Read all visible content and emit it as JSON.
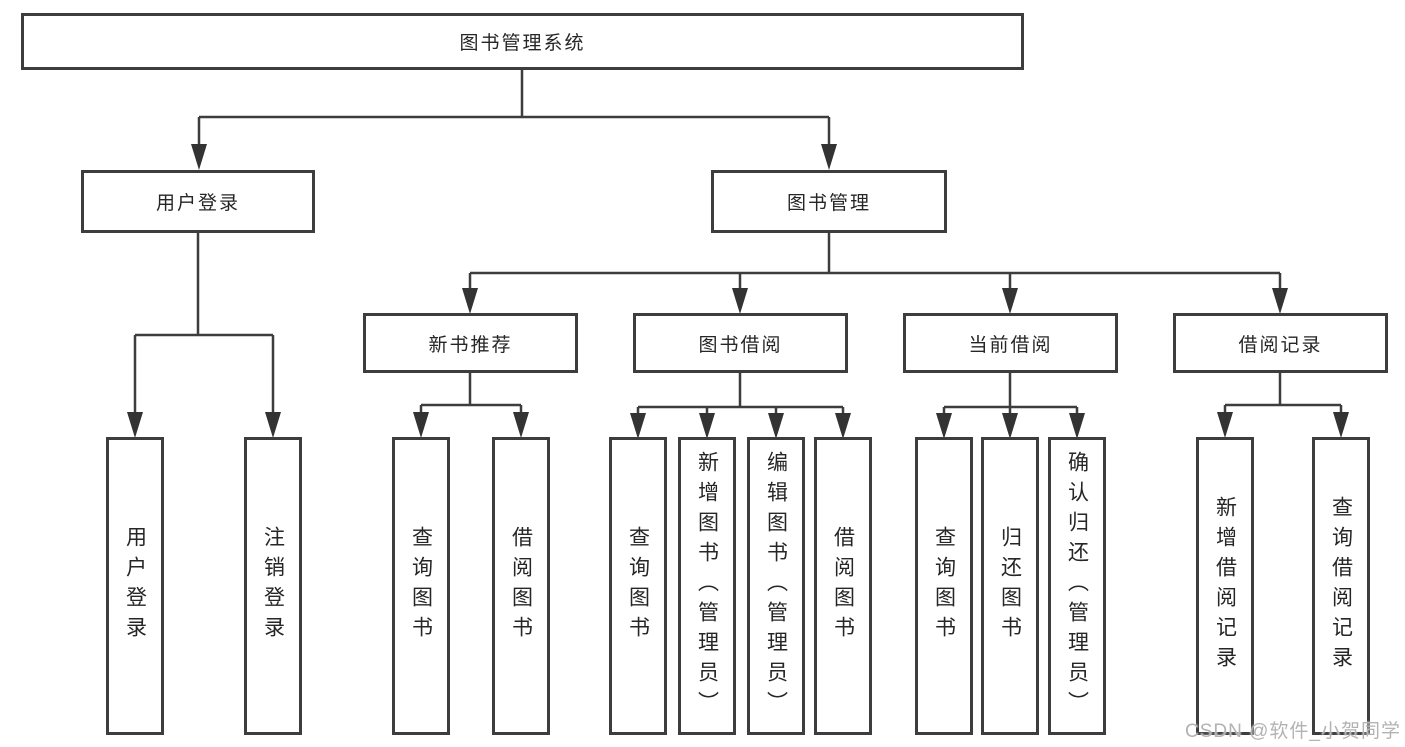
{
  "diagram": {
    "root": {
      "label": "图书管理系统"
    },
    "level2": [
      {
        "label": "用户登录"
      },
      {
        "label": "图书管理"
      }
    ],
    "level3": [
      {
        "label": "新书推荐"
      },
      {
        "label": "图书借阅"
      },
      {
        "label": "当前借阅"
      },
      {
        "label": "借阅记录"
      }
    ],
    "groups": [
      {
        "parent": "用户登录",
        "children": [
          "用户登录",
          "注销登录"
        ]
      },
      {
        "parent": "新书推荐",
        "children": [
          "查询图书",
          "借阅图书"
        ]
      },
      {
        "parent": "图书借阅",
        "children": [
          "查询图书",
          "新增图书（管理员）",
          "编辑图书（管理员）",
          "借阅图书"
        ]
      },
      {
        "parent": "当前借阅",
        "children": [
          "查询图书",
          "归还图书",
          "确认归还（管理员）"
        ]
      },
      {
        "parent": "借阅记录",
        "children": [
          "新增借阅记录",
          "查询借阅记录"
        ]
      }
    ],
    "colors": {
      "line": "#3d3d3d",
      "border": "#3d3d3d",
      "text": "#262626",
      "background": "#ffffff"
    }
  },
  "watermark": {
    "text": "CSDN @软件_小贺同学",
    "color": "#b3b3b3"
  }
}
